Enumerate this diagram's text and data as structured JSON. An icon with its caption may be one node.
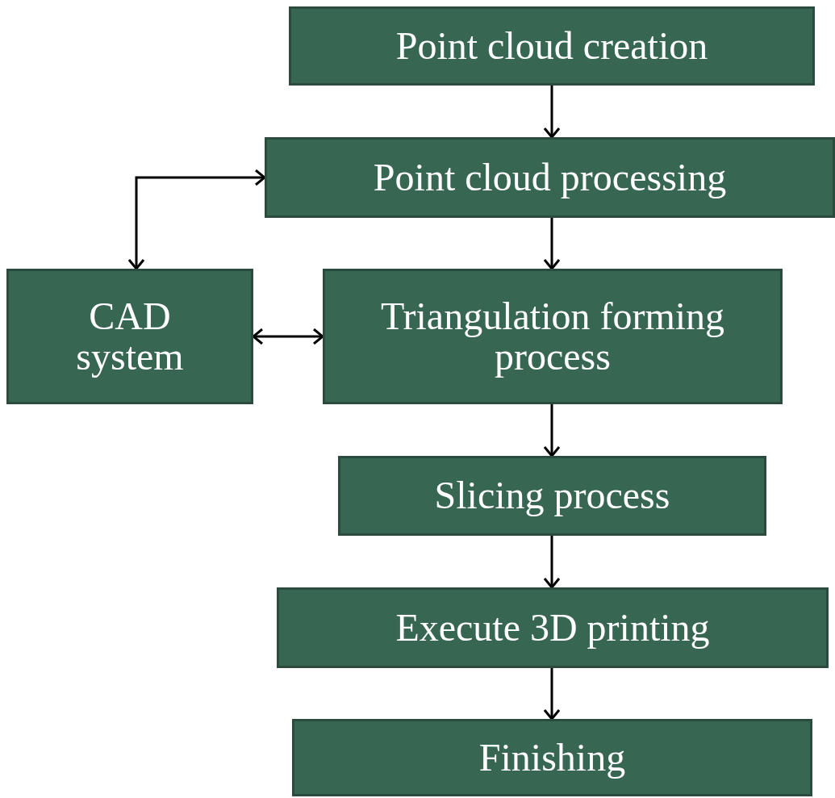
{
  "diagram": {
    "nodes": [
      {
        "text": [
          "Point cloud creation"
        ]
      },
      {
        "text": [
          "Point cloud processing"
        ]
      },
      {
        "text": [
          "CAD system"
        ]
      },
      {
        "text": [
          "Triangulation forming process"
        ]
      },
      {
        "text": [
          "Slicing process"
        ]
      },
      {
        "text": [
          "Execute 3D printing"
        ]
      },
      {
        "text": [
          "Finishing"
        ]
      }
    ],
    "edges": [
      {
        "from": 0,
        "to": 1,
        "arrow": "to"
      },
      {
        "from": 2,
        "to": 1,
        "arrow": "both"
      },
      {
        "from": 1,
        "to": 3,
        "arrow": "to"
      },
      {
        "from": 2,
        "to": 3,
        "arrow": "both"
      },
      {
        "from": 3,
        "to": 4,
        "arrow": "to"
      },
      {
        "from": 4,
        "to": 5,
        "arrow": "to"
      },
      {
        "from": 5,
        "to": 6,
        "arrow": "to"
      }
    ]
  }
}
